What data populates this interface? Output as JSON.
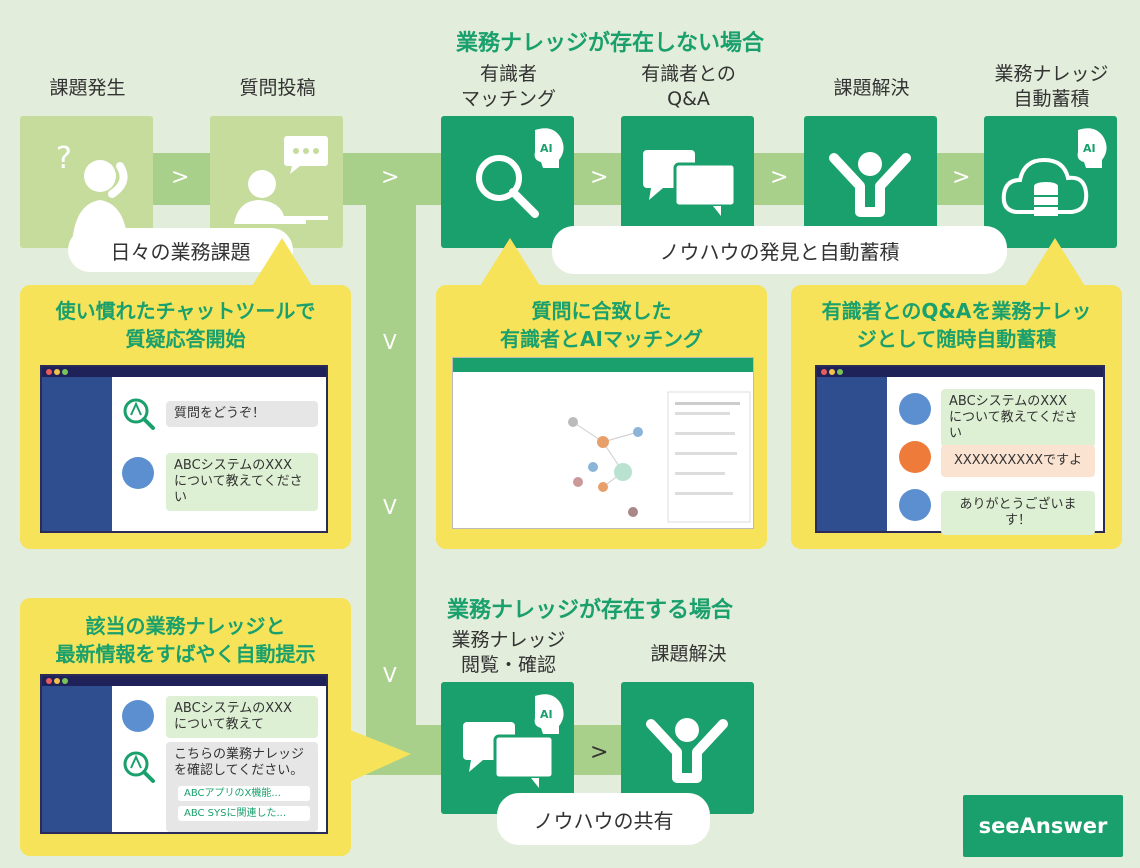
{
  "header_top": "業務ナレッジが存在しない場合",
  "header_bottom": "業務ナレッジが存在する場合",
  "steps": {
    "s1": "課題発生",
    "s2": "質問投稿",
    "s3": [
      "有識者",
      "マッチング"
    ],
    "s4": [
      "有識者との",
      "Q&A"
    ],
    "s5": "課題解決",
    "s6": [
      "業務ナレッジ",
      "自動蓄積"
    ],
    "b1": [
      "業務ナレッジ",
      "閲覧・確認"
    ],
    "b2": "課題解決"
  },
  "chevron": ">",
  "chevron_down": "V",
  "ai_badge": "AI",
  "pills": {
    "daily": "日々の業務課題",
    "discover": "ノウハウの発見と自動蓄積",
    "share": "ノウハウの共有"
  },
  "panels": {
    "p1_title": [
      "使い慣れたチャットツールで",
      "質疑応答開始"
    ],
    "p1_bubble1": "質問をどうぞ！",
    "p1_bubble2": [
      "ABCシステムのXXX",
      "について教えてください"
    ],
    "p2_title": [
      "質問に合致した",
      "有識者とAIマッチング"
    ],
    "p3_title": [
      "有識者とのQ&Aを業務ナレッ",
      "ジとして随時自動蓄積"
    ],
    "p3_bubble1": [
      "ABCシステムのXXX",
      "について教えてください"
    ],
    "p3_bubble2": "XXXXXXXXXXですよ",
    "p3_bubble3": "ありがとうございます！",
    "p4_title": [
      "該当の業務ナレッジと",
      "最新情報をすばやく自動提示"
    ],
    "p4_bubble1": [
      "ABCシステムのXXX",
      "について教えて"
    ],
    "p4_bubble2": [
      "こちらの業務ナレッジ",
      "を確認してください。"
    ],
    "p4_link1": "ABCアプリのX機能...",
    "p4_link2": "ABC SYSに関連した..."
  },
  "logo": "seeAnswer",
  "colors": {
    "green": "#1aa06c",
    "yellow": "#f6e35a",
    "band": "#a9d08a",
    "light_box": "#c5dc9d",
    "bg": "#e3eddb"
  }
}
